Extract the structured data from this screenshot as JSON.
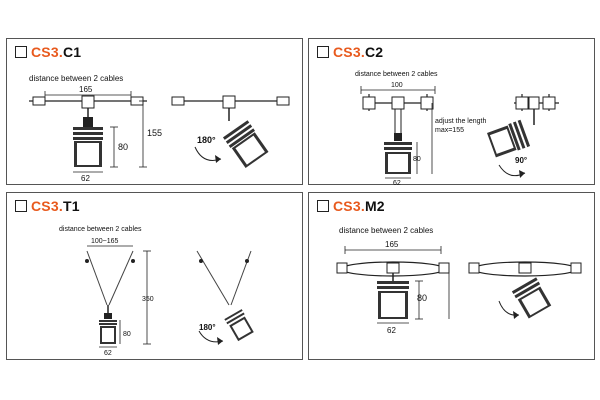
{
  "panels": [
    {
      "prefix": "CS3.",
      "model": "C1",
      "caption": "distance between 2 cables",
      "dims": {
        "span": "165",
        "height": "80",
        "width": "62",
        "overall": "155"
      },
      "rotation": "180°"
    },
    {
      "prefix": "CS3.",
      "model": "C2",
      "caption": "distance between 2 cables",
      "dims": {
        "span": "100",
        "height": "80",
        "width": "62"
      },
      "note_line1": "adjust the length",
      "note_line2": "max=155",
      "rotation": "90°"
    },
    {
      "prefix": "CS3.",
      "model": "T1",
      "caption": "distance between 2 cables",
      "dims": {
        "span": "100~165",
        "overall": "350",
        "height": "80",
        "width": "62"
      },
      "rotation": "180°"
    },
    {
      "prefix": "CS3.",
      "model": "M2",
      "caption": "distance between 2 cables",
      "dims": {
        "span": "165",
        "height": "80",
        "width": "62"
      }
    }
  ],
  "colors": {
    "accent": "#e85a1e",
    "line": "#222222",
    "body": "#333333"
  }
}
